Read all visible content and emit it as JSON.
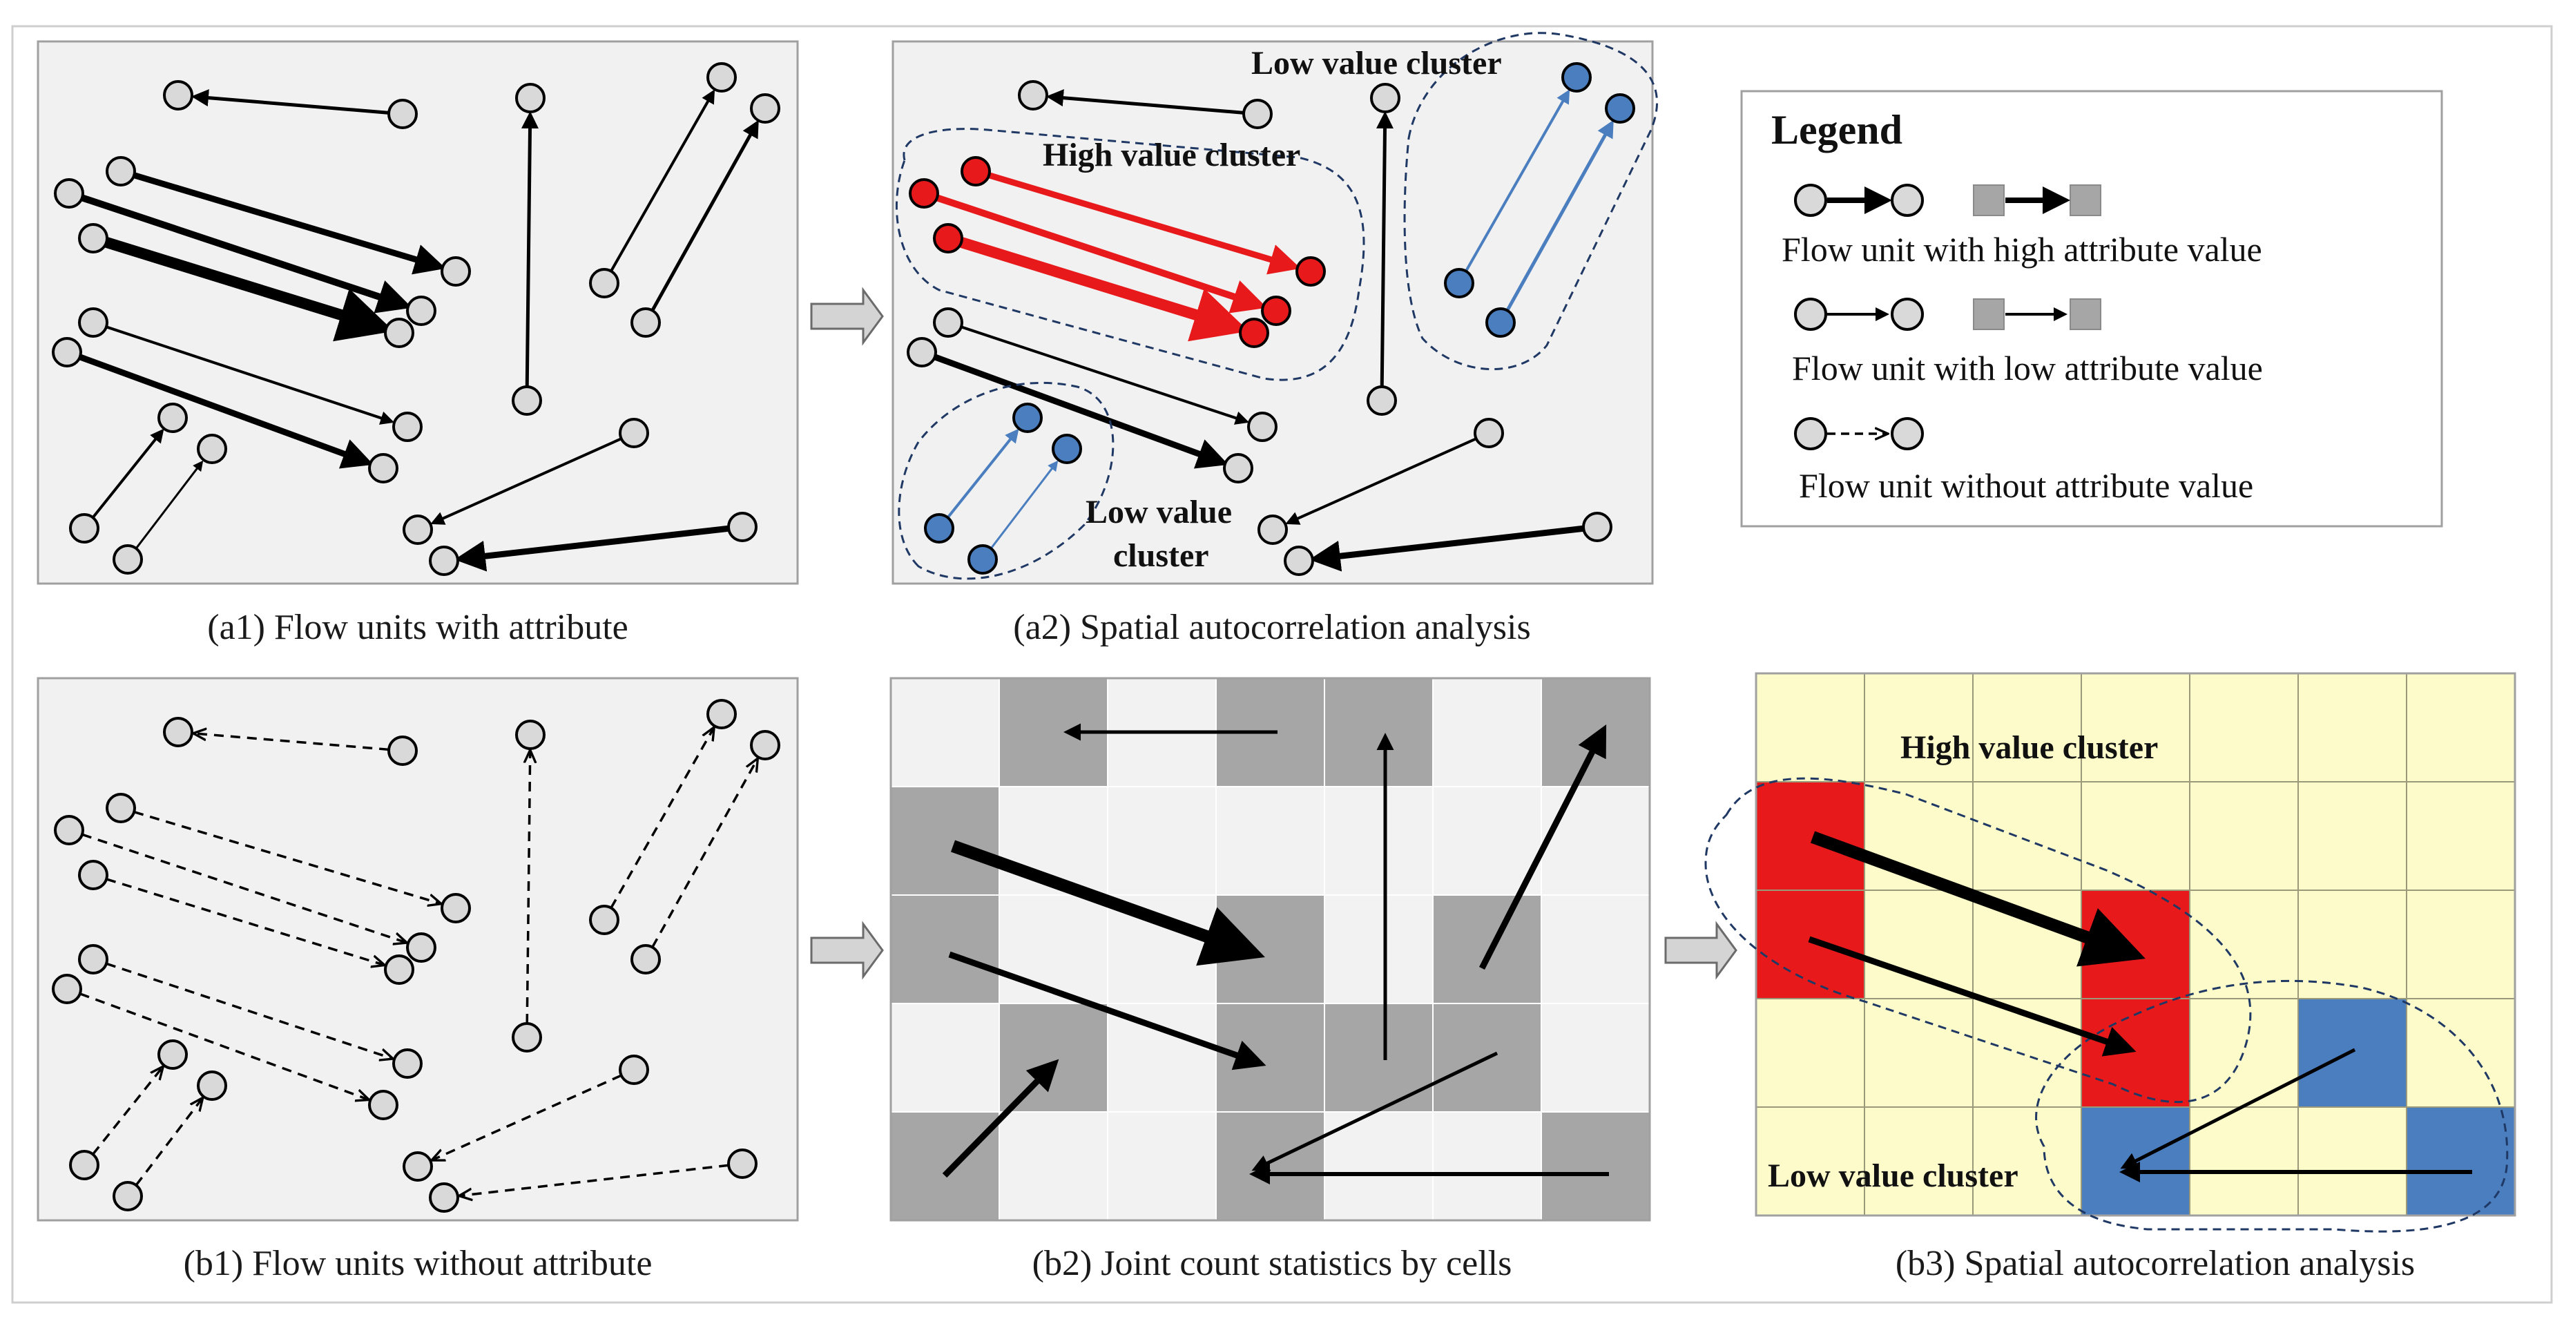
{
  "captions": {
    "a1": "(a1) Flow units with attribute",
    "a2": "(a2) Spatial autocorrelation analysis",
    "b1": "(b1) Flow units without attribute",
    "b2": "(b2) Joint count statistics by cells",
    "b3": "(b3) Spatial autocorrelation analysis"
  },
  "labels": {
    "a2_high": "High value cluster",
    "a2_low_top": "Low value cluster",
    "a2_low_bottom_1": "Low value",
    "a2_low_bottom_2": "cluster",
    "b3_high": "High value cluster",
    "b3_low": "Low value cluster"
  },
  "legend": {
    "title": "Legend",
    "items": [
      {
        "label": "Flow unit with high attribute value",
        "style": "high"
      },
      {
        "label": "Flow unit with low attribute value",
        "style": "low"
      },
      {
        "label": "Flow unit without attribute value",
        "style": "none"
      }
    ]
  },
  "colors": {
    "panel_bg": "#f1f1f1",
    "node_fill": "#d9d9d9",
    "high": "#e8191b",
    "low": "#4a7ebf",
    "cell_gray": "#a6a6a6",
    "cell_light": "#f2f2f2",
    "cell_yellow": "#fdfbc9",
    "cluster_outline": "#1f3864"
  }
}
